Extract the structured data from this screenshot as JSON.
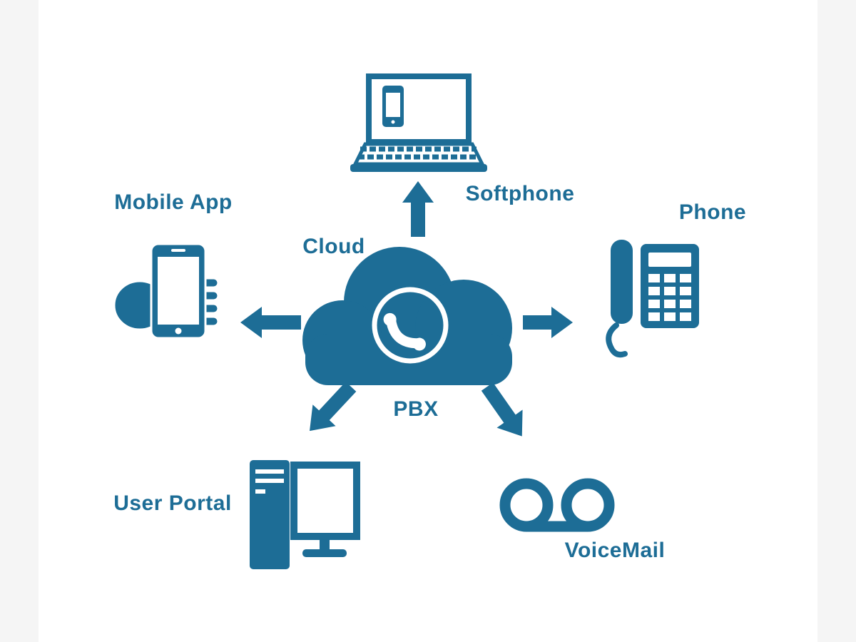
{
  "colors": {
    "accent": "#1d6d96",
    "background": "#ffffff",
    "edge_shade": "#f5f5f5"
  },
  "diagram": {
    "type": "hub-and-spoke",
    "center": {
      "label_top": "Cloud",
      "label_bottom": "PBX",
      "icon": "cloud-with-phone-handset"
    },
    "nodes": [
      {
        "id": "softphone",
        "label": "Softphone",
        "icon": "laptop-softphone",
        "position": "top",
        "arrow_direction": "up"
      },
      {
        "id": "mobile-app",
        "label": "Mobile App",
        "icon": "hand-holding-smartphone",
        "position": "left",
        "arrow_direction": "left"
      },
      {
        "id": "phone",
        "label": "Phone",
        "icon": "desk-phone",
        "position": "right",
        "arrow_direction": "right"
      },
      {
        "id": "user-portal",
        "label": "User Portal",
        "icon": "desktop-computer",
        "position": "bottom-left",
        "arrow_direction": "down-left"
      },
      {
        "id": "voicemail",
        "label": "VoiceMail",
        "icon": "voicemail-reels",
        "position": "bottom-right",
        "arrow_direction": "down-right"
      }
    ]
  }
}
